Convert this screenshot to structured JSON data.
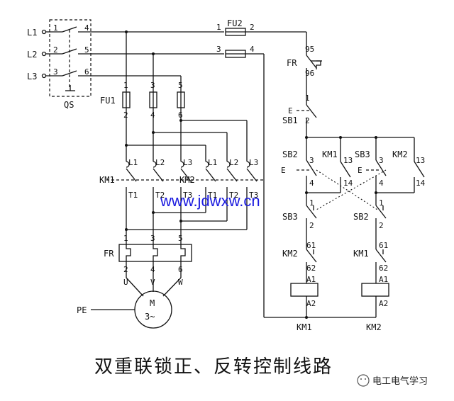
{
  "supply": {
    "lines": [
      "L1",
      "L2",
      "L3"
    ],
    "switch": "QS",
    "switch_terms_in": [
      "1",
      "2",
      "3"
    ],
    "switch_terms_out": [
      "4",
      "5",
      "6"
    ]
  },
  "fuse_main": {
    "name": "FU1",
    "top": [
      "1",
      "3",
      "5"
    ],
    "bottom": [
      "2",
      "4",
      "6"
    ]
  },
  "fuse_ctrl": {
    "name": "FU2",
    "t1a": "1",
    "t1b": "2",
    "t2a": "3",
    "t2b": "4"
  },
  "contactors": {
    "km1": "KM1",
    "km2": "KM2",
    "l_terms": [
      "L1",
      "L2",
      "L3"
    ],
    "t_terms": [
      "T1",
      "T2",
      "T3"
    ]
  },
  "overload": {
    "name": "FR",
    "top": [
      "1",
      "3",
      "5"
    ],
    "bottom": [
      "2",
      "4",
      "6"
    ],
    "contact_top": "95",
    "contact_bot": "96"
  },
  "motor": {
    "letter": "M",
    "phase": "3~",
    "phases": [
      "U",
      "V",
      "W"
    ],
    "pe": "PE"
  },
  "control": {
    "sb1": "SB1",
    "sb1_t1": "1",
    "sb1_t2": "2",
    "sb2": "SB2",
    "sb3": "SB3",
    "km1": "KM1",
    "km2": "KM2",
    "t3": "3",
    "t4": "4",
    "t13": "13",
    "t14": "14",
    "t1": "1",
    "t2": "2",
    "t61": "61",
    "t62": "62",
    "a1": "A1",
    "a2": "A2",
    "e": "E"
  },
  "watermark": "www.jdwxw.cn",
  "title": "双重联锁正、反转控制线路",
  "brand": "电工电气学习"
}
